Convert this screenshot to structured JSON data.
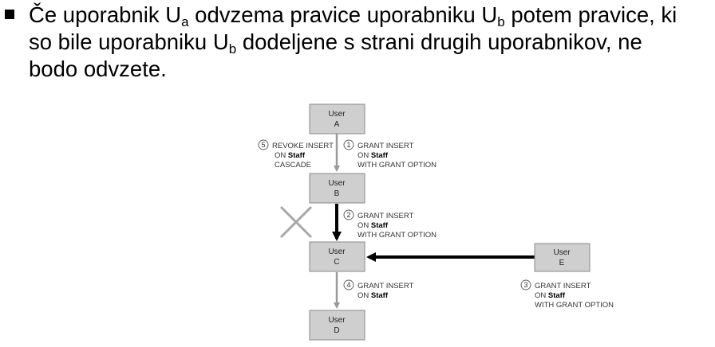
{
  "bullet": {
    "line1_a": "Če uporabnik U",
    "line1_sub_a": "a",
    "line1_b": " odvzema pravice uporabniku U",
    "line1_sub_b": "b",
    "line1_c": " potem pravice, ki",
    "line2_a": "so bile uporabniku U",
    "line2_sub": "b",
    "line2_b": " dodeljene s strani drugih uporabnikov, ne",
    "line3": "bodo odvzete."
  },
  "diagram": {
    "users": [
      {
        "id": "A",
        "label": "User",
        "letter": "A"
      },
      {
        "id": "B",
        "label": "User",
        "letter": "B"
      },
      {
        "id": "C",
        "label": "User",
        "letter": "C"
      },
      {
        "id": "D",
        "label": "User",
        "letter": "D"
      },
      {
        "id": "E",
        "label": "User",
        "letter": "E"
      }
    ],
    "steps": [
      {
        "num": "1",
        "l1": "GRANT INSERT",
        "l2_pre": "ON ",
        "l2_bold": "Staff",
        "l3": "WITH GRANT OPTION"
      },
      {
        "num": "2",
        "l1": "GRANT INSERT",
        "l2_pre": "ON ",
        "l2_bold": "Staff",
        "l3": "WITH GRANT OPTION"
      },
      {
        "num": "3",
        "l1": "GRANT INSERT",
        "l2_pre": "ON ",
        "l2_bold": "Staff",
        "l3": "WITH GRANT OPTION"
      },
      {
        "num": "4",
        "l1": "GRANT INSERT",
        "l2_pre": "ON ",
        "l2_bold": "Staff",
        "l3": ""
      },
      {
        "num": "5",
        "l1": "REVOKE INSERT",
        "l2_pre": "ON ",
        "l2_bold": "Staff",
        "l3": "CASCADE"
      }
    ],
    "colors": {
      "box_fill": "#cfcfcf",
      "grey_arrow": "#9a9a9a",
      "black_arrow": "#000000",
      "cross": "#a8a8a8"
    }
  }
}
